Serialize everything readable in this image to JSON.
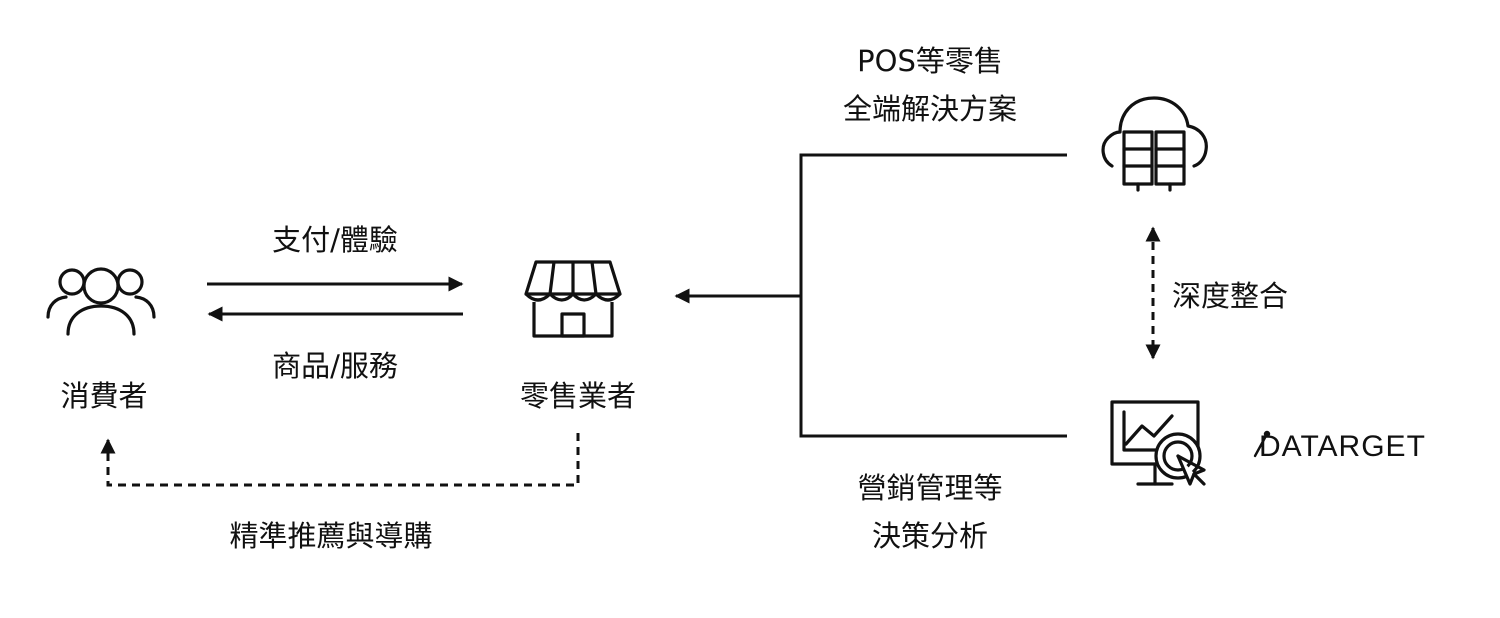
{
  "nodes": {
    "consumer": {
      "label": "消費者",
      "icon": "users-icon"
    },
    "retailer": {
      "label": "零售業者",
      "icon": "store-icon"
    },
    "pos": {
      "line1": "POS等零售",
      "line2": "全端解決方案",
      "icon": "cloud-server-icon"
    },
    "marketing": {
      "line1": "營銷管理等",
      "line2": "決策分析",
      "icon": "analytics-monitor-icon"
    }
  },
  "edges": {
    "payment": "支付/體驗",
    "goods": "商品/服務",
    "recommend": "精準推薦與導購",
    "integration": "深度整合"
  },
  "brand": {
    "text": "DATARGET"
  }
}
